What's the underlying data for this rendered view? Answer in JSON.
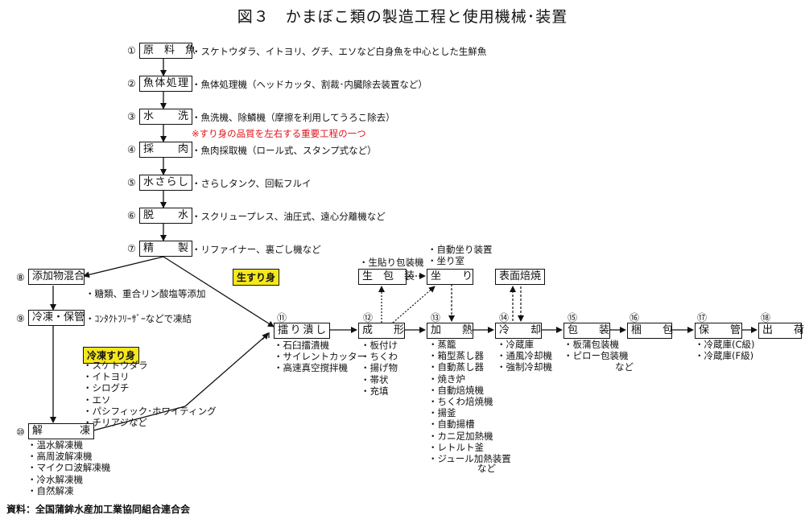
{
  "title": "図３　かまぼこ類の製造工程と使用機械･装置",
  "steps": [
    {
      "num": "①",
      "label": "原　料　魚",
      "desc": "・スケトウダラ、イトヨリ、グチ、エソなど白身魚を中心とした生鮮魚"
    },
    {
      "num": "②",
      "label": "魚体処理",
      "desc": "・魚体処理機（ヘッドカッタ、割裁･内臓除去装置など）"
    },
    {
      "num": "③",
      "label": "水　　洗",
      "desc": "・魚洗機、除鱗機（摩擦を利用してうろこ除去）"
    },
    {
      "num": "④",
      "label": "採　　肉",
      "desc": "・魚肉採取機（ロール式、スタンプ式など）"
    },
    {
      "num": "⑤",
      "label": "水さらし",
      "desc": "・さらしタンク、回転フルイ"
    },
    {
      "num": "⑥",
      "label": "脱　　水",
      "desc": "・スクリュープレス、油圧式、遠心分離機など"
    },
    {
      "num": "⑦",
      "label": "精　　製",
      "desc": "・リファイナー、裏ごし機など"
    },
    {
      "num": "⑧",
      "label": "添加物混合",
      "desc": "・糖類、重合リン酸塩等添加"
    },
    {
      "num": "⑨",
      "label": "冷凍・保管",
      "desc": "・ｺﾝﾀｸﾄﾌﾘｰｻﾞｰなどで凍結"
    },
    {
      "num": "⑩",
      "label": "解　　凍",
      "desc": ""
    },
    {
      "num": "⑪",
      "label": "擂り潰し",
      "desc": ""
    },
    {
      "num": "⑫",
      "label": "成　　形",
      "desc": ""
    },
    {
      "num": "⑬",
      "label": "加　　熱",
      "desc": ""
    },
    {
      "num": "⑭",
      "label": "冷　　却",
      "desc": ""
    },
    {
      "num": "⑮",
      "label": "包　　装",
      "desc": ""
    },
    {
      "num": "⑯",
      "label": "梱　　包",
      "desc": ""
    },
    {
      "num": "⑰",
      "label": "保　　管",
      "desc": ""
    },
    {
      "num": "⑱",
      "label": "出　　荷",
      "desc": ""
    }
  ],
  "note_red": "※すり身の品質を左右する重要工程の一つ",
  "badge_fresh": "生すり身",
  "badge_frozen": "冷凍すり身",
  "frozen_fish": [
    "・スケトウダラ",
    "・イトヨリ",
    "・シログチ",
    "・エソ",
    "・パシフィック･ホワイティング",
    "・チリアジなど"
  ],
  "thaw_equipment": [
    "・温水解凍機",
    "・高周波解凍機",
    "・マイクロ波解凍機",
    "・冷水解凍機",
    "・自然解凍"
  ],
  "grind_equipment": [
    "・石臼擂潰機",
    "・サイレントカッター",
    "・高速真空撹拌機"
  ],
  "shape_items": [
    "・板付け",
    "・ちくわ",
    "・揚げ物",
    "・帯状",
    "・充填"
  ],
  "heat_equipment": [
    "・蒸籠",
    "・箱型蒸し器",
    "・自動蒸し器",
    "・焼き炉",
    "・自動焙焼機",
    "・ちくわ焙焼機",
    "・揚釜",
    "・自動揚槽",
    "・カニ足加熱機",
    "・レトルト釜",
    "・ジュール加熱装置"
  ],
  "heat_etc": "など",
  "cool_equipment": [
    "・冷蔵庫",
    "・通風冷却機",
    "・強制冷却機"
  ],
  "pack_equipment": [
    "・板蒲包装機",
    "・ピロー包装機"
  ],
  "pack_etc": "など",
  "store_equipment": [
    "・冷蔵庫(C級)",
    "・冷蔵庫(F級)"
  ],
  "raw_pack": {
    "label": "生　包　装",
    "desc": "・生貼り包装機"
  },
  "coat": {
    "label": "坐　　り",
    "desc": [
      "・自動坐り装置",
      "・坐り室"
    ]
  },
  "surface_roast": {
    "label": "表面焙焼"
  },
  "source": "資料：全国蒲鉾水産加工業協同組合連合会"
}
